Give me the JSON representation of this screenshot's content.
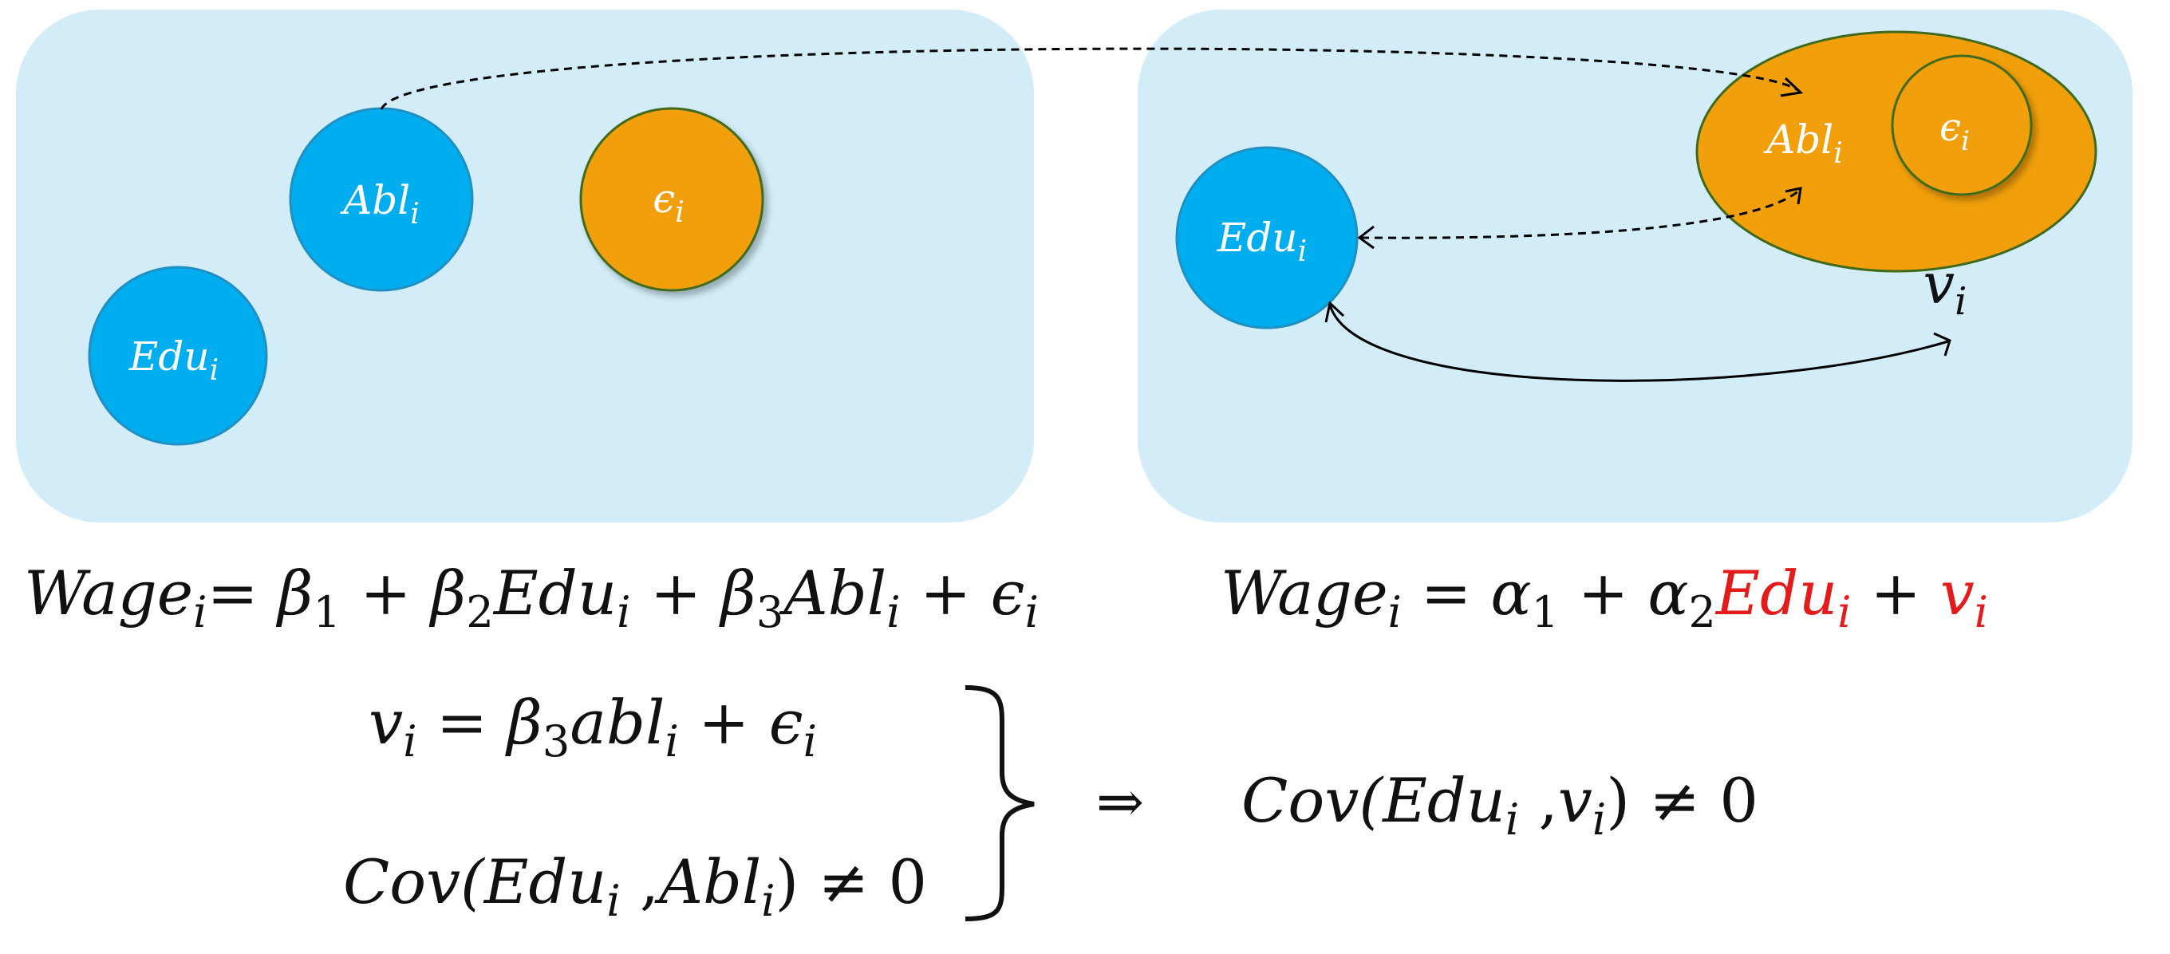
{
  "colors": {
    "panel": "#d2edf8",
    "blue_circle": "#00aeef",
    "blue_stroke": "#1f8fc4",
    "orange": "#f19f0a",
    "orange_stroke": "#3f6a1e",
    "text_dark": "#111111",
    "highlight": "#e31b1b",
    "white": "#ffffff"
  },
  "left_panel": {
    "abl": {
      "base": "Abl",
      "sub": "i"
    },
    "eps": {
      "base": "ϵ",
      "sub": "i"
    },
    "edu": {
      "base": "Edu",
      "sub": "i"
    }
  },
  "right_panel": {
    "abl": {
      "base": "Abl",
      "sub": "i"
    },
    "eps": {
      "base": "ϵ",
      "sub": "i"
    },
    "edu": {
      "base": "Edu",
      "sub": "i"
    },
    "v": {
      "base": "v",
      "sub": "i"
    }
  },
  "equations": {
    "long": {
      "wage": "Wage",
      "i1": "i",
      "eq": "=",
      "b1": "β",
      "b1s": "1",
      "p1": "+",
      "b2": "β",
      "b2s": "2",
      "edu": "Edu",
      "edus": "i",
      "p2": "+",
      "b3": "β",
      "b3s": "3",
      "abl": "Abl",
      "abls": "i",
      "p3": "+",
      "eps": "ϵ",
      "epss": "i"
    },
    "short": {
      "wage": "Wage",
      "i1": "i",
      "eq": "=",
      "a1": "α",
      "a1s": "1",
      "p1": "+",
      "a2": "α",
      "a2s": "2",
      "edu": "Edu",
      "edus": "i",
      "p2": "+",
      "v": "v",
      "vs": "i"
    },
    "v_def": {
      "v": "v",
      "vs": "i",
      "eq": "=",
      "b3": "β",
      "b3s": "3",
      "abl": "abl",
      "abls": "i",
      "p": "+",
      "eps": "ϵ",
      "epss": "i"
    },
    "cov_edu_abl": {
      "cov": "Cov(",
      "edu": "Edu",
      "edus": "i",
      "comma": " ,",
      "abl": "Abl",
      "abls": "i",
      "close": ")",
      "neq": "≠",
      "zero": "0"
    },
    "implies": "⇒",
    "cov_edu_v": {
      "cov": "Cov(",
      "edu": "Edu",
      "edus": "i",
      "comma": " ,",
      "v": "v",
      "vs": "i",
      "close": ")",
      "neq": "≠",
      "zero": "0"
    }
  }
}
